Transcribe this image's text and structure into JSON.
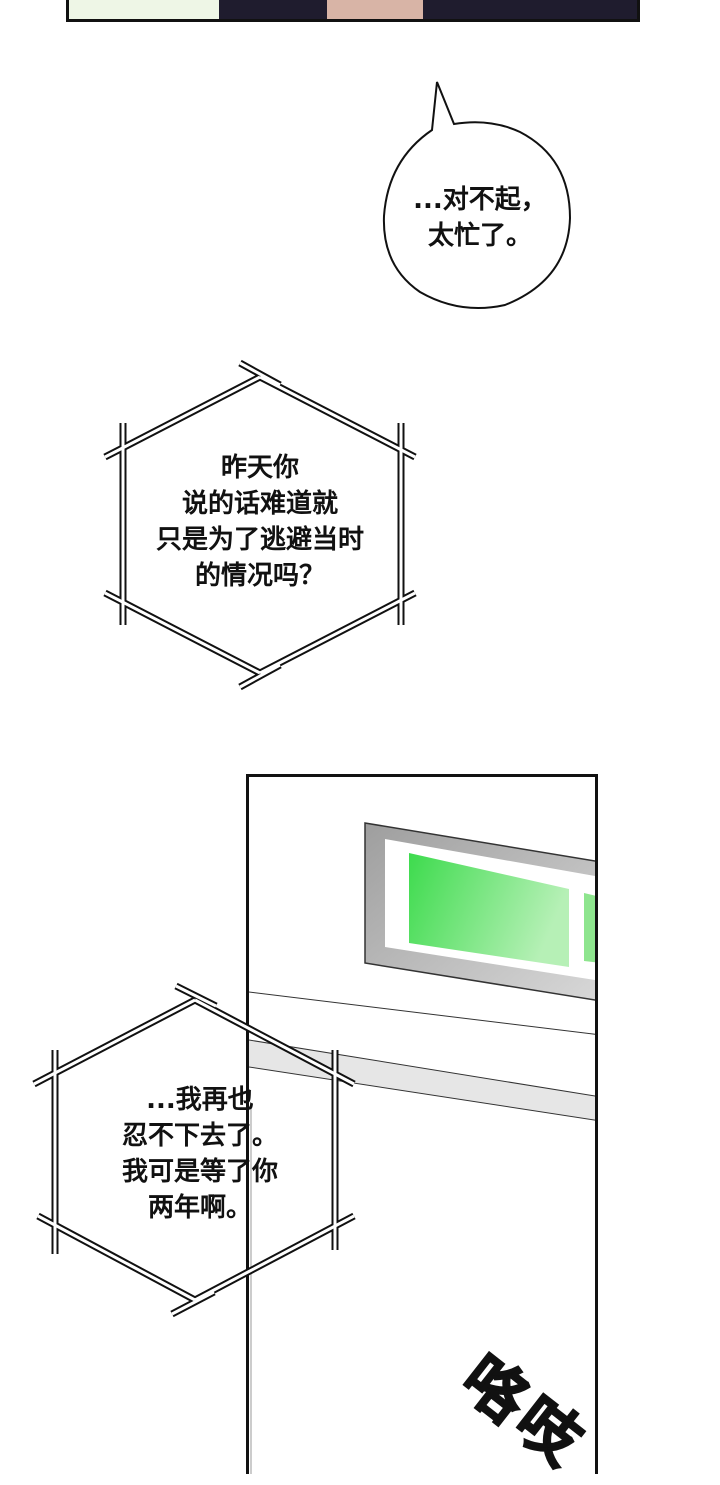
{
  "comic": {
    "panels": [
      {
        "id": "top-panel",
        "description": "bottom edge of previous panel: characters in dark clothing"
      },
      {
        "id": "exit-sign-panel",
        "description": "wall with green-lit exit sign",
        "sign_color": "#4fe05a"
      }
    ],
    "bubbles": [
      {
        "type": "speech-round",
        "text": "...对不起，\n太忙了。"
      },
      {
        "type": "thought-hexagon",
        "text": "昨天你\n说的话难道就\n只是为了逃避当时\n的情况吗？"
      },
      {
        "type": "thought-hexagon",
        "text": "...我再也\n忍不下去了。\n我可是等了你\n两年啊。"
      }
    ],
    "sound_effect": {
      "text": "咯吱"
    }
  },
  "colors": {
    "ink": "#111111",
    "background": "#ffffff",
    "sign_green": "#4fe05a",
    "frame_gray": "#a9a9a9"
  }
}
